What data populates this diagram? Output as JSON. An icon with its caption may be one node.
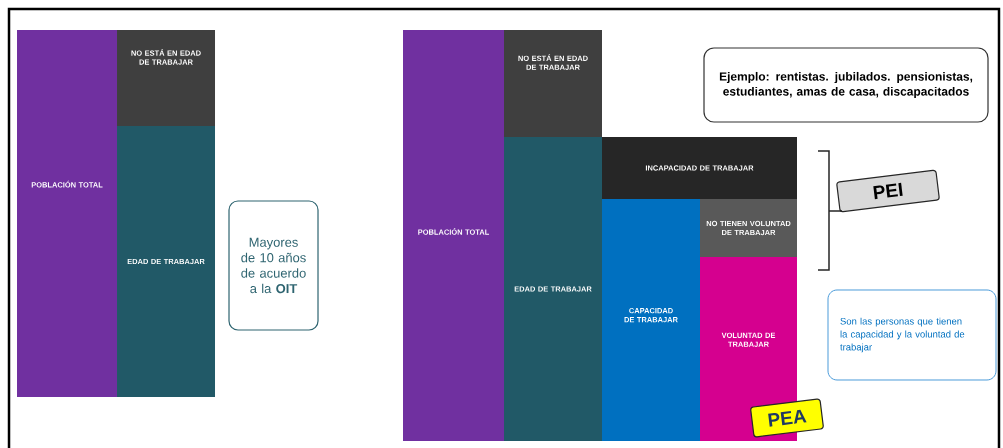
{
  "diagram": {
    "nodes": [
      {
        "text": [
          "POBLACIÓN TOTAL"
        ]
      },
      {
        "text": [
          "NO ESTÁ EN EDAD DE TRABAJAR"
        ]
      },
      {
        "text": [
          "EDAD DE TRABAJAR"
        ]
      },
      {
        "text": [
          "Mayores de 10 años de acuerdo a la **OIT**"
        ]
      },
      {
        "text": [
          "POBLACIÓN TOTAL"
        ]
      },
      {
        "text": [
          "NO ESTÁ EN EDAD DE TRABAJAR"
        ]
      },
      {
        "text": [
          "EDAD DE TRABAJAR"
        ]
      },
      {
        "text": [
          "Ejemplo: rentistas. jubilados. pensionistas, estudiantes, amas de casa, discapacitados"
        ]
      },
      {
        "text": [
          "INCAPACIDAD DE TRABAJAR"
        ]
      },
      {
        "text": [
          "CAPACIDAD DE TRABAJAR"
        ]
      },
      {
        "text": [
          "NO TIENEN VOLUNTAD DE TRABAJAR"
        ]
      },
      {
        "text": [
          "VOLUNTAD DE TRABAJAR"
        ]
      },
      {
        "text": [
          "PEI"
        ]
      },
      {
        "text": [
          "Son las personas que tienen la capacidad y la voluntad de trabajar"
        ]
      },
      {
        "text": [
          "PEA"
        ]
      }
    ]
  }
}
